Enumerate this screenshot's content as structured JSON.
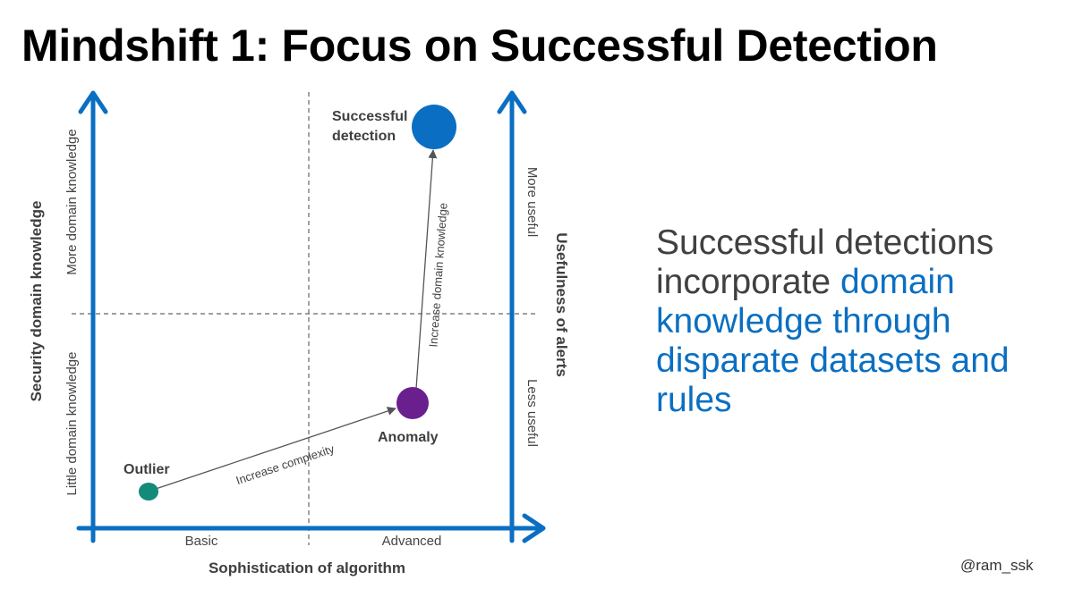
{
  "slide": {
    "title": "Mindshift 1: Focus on Successful Detection",
    "credit": "@ram_ssk"
  },
  "diagram": {
    "axes": {
      "x_title": "Sophistication of algorithm",
      "x_basic": "Basic",
      "x_advanced": "Advanced",
      "y_left_title": "Security domain knowledge",
      "y_left_high": "More domain knowledge",
      "y_left_low": "Little domain knowledge",
      "y_right_title": "Usefulness of alerts",
      "y_right_high": "More useful",
      "y_right_low": "Less useful"
    },
    "nodes": {
      "outlier": {
        "label": "Outlier",
        "color": "#138a7a"
      },
      "anomaly": {
        "label": "Anomaly",
        "color": "#6a1f8f"
      },
      "success": {
        "label_line1": "Successful",
        "label_line2": "detection",
        "color": "#0a6fc2"
      }
    },
    "arrows": {
      "complexity": "Increase complexity",
      "domain": "Increase domain knowledge"
    },
    "axis_color": "#0a6fc2"
  },
  "statement": {
    "part1": "Successful detections incorporate ",
    "part2": "domain knowledge through disparate datasets and rules"
  }
}
